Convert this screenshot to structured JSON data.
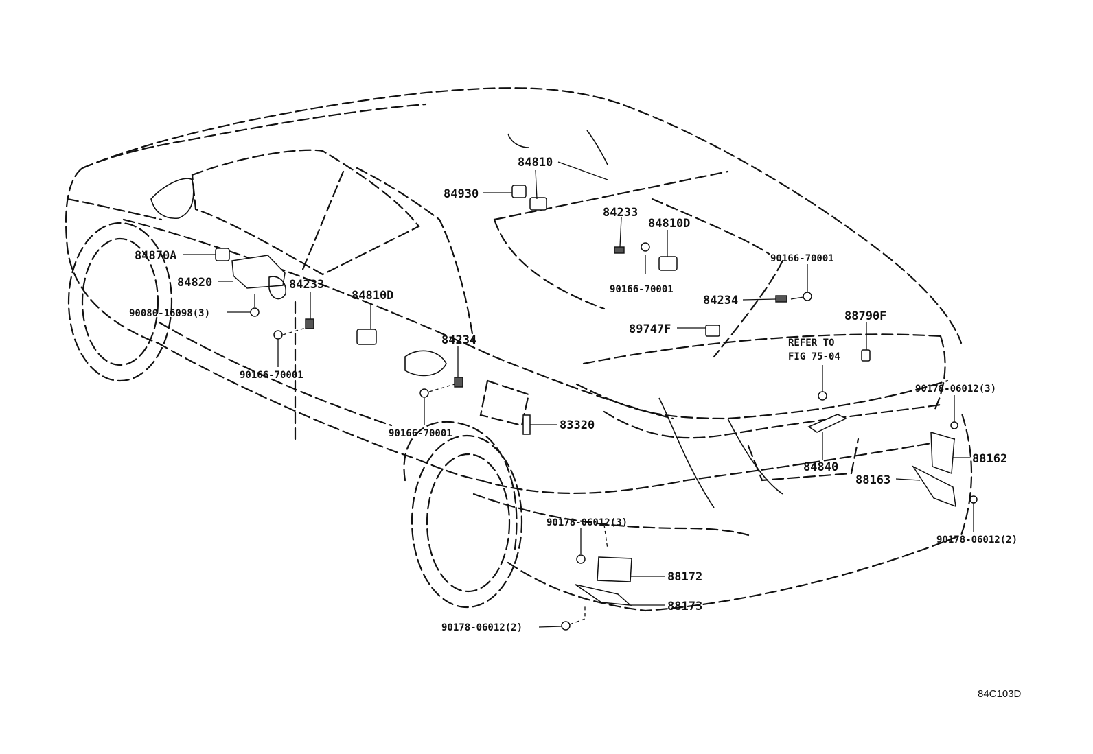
{
  "labels": {
    "p84810": "84810",
    "p84930": "84930",
    "p84233_top": "84233",
    "p84810D_top": "84810D",
    "p90166_a": "90166-70001",
    "p90166_b": "90166-70001",
    "p84234_right": "84234",
    "p89747F": "89747F",
    "p88790F": "88790F",
    "refer_line1": "REFER TO",
    "refer_line2": "FIG 75-04",
    "p90178_3_right": "90178-06012(3)",
    "p88162": "88162",
    "p84840": "84840",
    "p88163": "88163",
    "p90178_2_right": "90178-06012(2)",
    "p84870A": "84870A",
    "p84820": "84820",
    "p84233_left": "84233",
    "p84810D_left": "84810D",
    "p90080": "90080-16098(3)",
    "p90166_c": "90166-70001",
    "p84234_left": "84234",
    "p90166_d": "90166-70001",
    "p83320": "83320",
    "p90178_3_bottom": "90178-06012(3)",
    "p88172": "88172",
    "p88173": "88173",
    "p90178_2_bottom": "90178-06012(2)"
  },
  "figure_code": "84C103D"
}
